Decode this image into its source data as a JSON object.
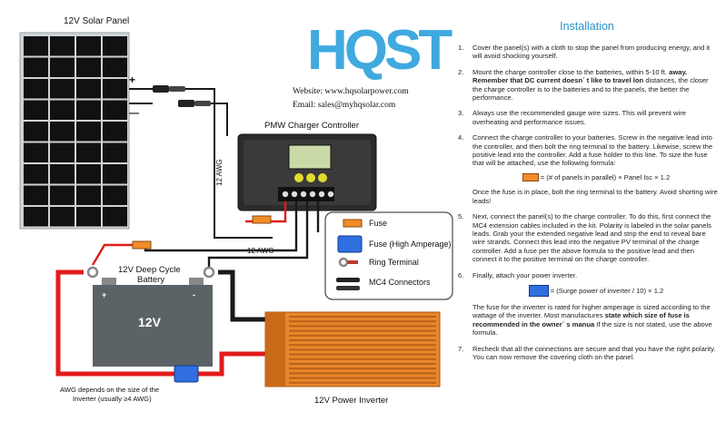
{
  "logo": {
    "text": "HQST",
    "color": "#3fa9e0"
  },
  "contact": {
    "website": "Website: www.hqsolarpower.com",
    "email": "Email: sales@myhqsolar.com"
  },
  "components": {
    "solar_panel": "12V Solar Panel",
    "controller": "PMW Charger Controller",
    "battery": "12V Deep Cycle Battery",
    "battery_label_line1": "12V Deep Cycle",
    "battery_label_line2": "Battery",
    "battery_body": "12V",
    "inverter": "12V Power Inverter",
    "plus": "+",
    "minus": "—",
    "batt_plus": "+",
    "batt_minus": "-"
  },
  "wires": {
    "awg_vertical": "12 AWG",
    "awg_horizontal": "12 AWG",
    "inverter_note_line1": "AWG depends on the size of the",
    "inverter_note_line2": "Inverter (usually ≥4 AWG)"
  },
  "legend": {
    "items": [
      {
        "label": "Fuse",
        "icon": "fuse-icon"
      },
      {
        "label": "Fuse (High Amperage)",
        "icon": "high-amp-fuse-icon"
      },
      {
        "label": "Ring Terminal",
        "icon": "ring-terminal-icon"
      },
      {
        "label": "MC4 Connectors",
        "icon": "mc4-connector-icon"
      }
    ]
  },
  "colors": {
    "wire_red": "#e21b1b",
    "wire_black": "#1a1a1a",
    "fuse_orange": "#f28c28",
    "fuse_blue": "#2f6fe0",
    "inverter_orange": "#e8862a",
    "heading_blue": "#2a93c9"
  },
  "installation": {
    "title": "Installation",
    "steps": [
      {
        "num": "1.",
        "text": "Cover the panel(s) with a cloth to stop the panel from producing energy, and it will avoid shocking yourself."
      },
      {
        "num": "2.",
        "text_a": "Mount the charge controller close to the batteries, within 5-10 ft. ",
        "bold": "away. Remember that DC current doesn´ t like to travel lon",
        "text_b": " distances, the closer the charge controller is to the batteries and to the panels, the better the performance."
      },
      {
        "num": "3.",
        "text": "Always use the recommended gauge wire sizes. This will prevent wire overheating and performance issues."
      },
      {
        "num": "4.",
        "text": "Connect the charge controller to your batteries. Screw in the negative lead into the controller, and then bolt the ring terminal to the battery. Likewise, screw the positive lead into the controller. Add a fuse holder to this line. To size the fuse that will be attached, use the following formula:",
        "formula": "= (# of panels in parallel) × Panel Isc × 1.2",
        "after": "Once the fuse is in place, bolt the ring terminal to the battery. Avoid shorting wire leads!"
      },
      {
        "num": "5.",
        "text": "Next, connect the panel(s) to the charge controller. To do this, first connect the MC4 extension cables included in the kit. Polarity is labeled in the solar panels leads. Grab your the extended negative lead and strip the end to reveal bare wire strands. Connect this lead into the negative PV terminal of the charge controller. Add a fuse per the above formula to the positive lead and then connect it to the positive terminal on the charge controller."
      },
      {
        "num": "6.",
        "text": "Finally, attach your power inverter.",
        "formula": "= (Surge power of inverter / 10) × 1.2",
        "after_a": "The fuse for the inverter is rated for higher amperage is sized according to the wattage of the inverter. Most manufactures ",
        "after_bold": "state which size of fuse is recommended in the owner´ s manua",
        "after_b": " If the size is not stated, use the above formula."
      },
      {
        "num": "7.",
        "text": "Recheck that all the connections are secure and that you have the right polarity. You can now remove the covering cloth on the panel."
      }
    ]
  }
}
